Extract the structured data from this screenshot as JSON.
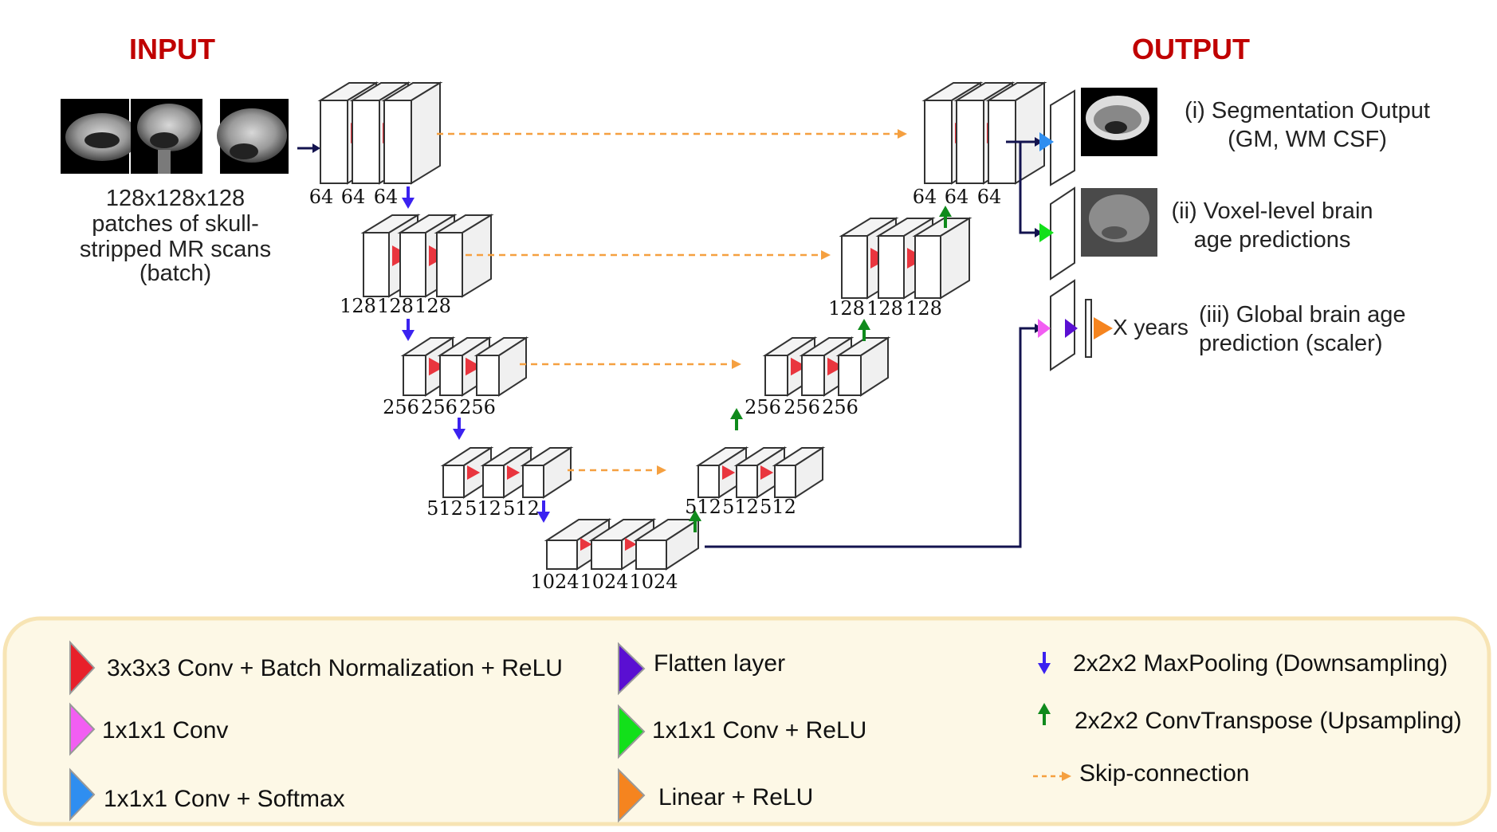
{
  "header": {
    "input": "INPUT",
    "output": "OUTPUT"
  },
  "input_caption": [
    "128x128x128",
    "patches of skull-",
    "stripped MR scans",
    "(batch)"
  ],
  "encoder": [
    {
      "labels": [
        "64",
        "64",
        "64"
      ]
    },
    {
      "labels": [
        "128",
        "128",
        "128"
      ]
    },
    {
      "labels": [
        "256",
        "256",
        "256"
      ]
    },
    {
      "labels": [
        "512",
        "512",
        "512"
      ]
    }
  ],
  "bottleneck": {
    "labels": [
      "1024",
      "1024",
      "1024"
    ]
  },
  "decoder": [
    {
      "labels": [
        "512",
        "512",
        "512"
      ]
    },
    {
      "labels": [
        "256",
        "256",
        "256"
      ]
    },
    {
      "labels": [
        "128",
        "128",
        "128"
      ]
    },
    {
      "labels": [
        "64",
        "64",
        "64"
      ]
    }
  ],
  "outputs": {
    "seg": [
      "(i) Segmentation Output",
      "(GM, WM CSF)"
    ],
    "voxel": [
      "(ii) Voxel-level brain",
      "age predictions"
    ],
    "global": [
      "(iii) Global brain age",
      "prediction (scaler)"
    ],
    "x_years": "X years"
  },
  "legend": {
    "items": [
      {
        "label": "3x3x3 Conv + Batch Normalization + ReLU",
        "color": "#e8202a",
        "icon": "red-triangle"
      },
      {
        "label": "1x1x1 Conv",
        "color": "#f25ef2",
        "icon": "magenta-triangle"
      },
      {
        "label": "1x1x1 Conv +  Softmax",
        "color": "#2f8ef0",
        "icon": "blue-triangle"
      },
      {
        "label": "Flatten layer",
        "color": "#5a0fd2",
        "icon": "purple-triangle"
      },
      {
        "label": "1x1x1 Conv +  ReLU",
        "color": "#12e01a",
        "icon": "green-triangle"
      },
      {
        "label": "Linear + ReLU",
        "color": "#f5841f",
        "icon": "orange-triangle"
      },
      {
        "label": "2x2x2 MaxPooling (Downsampling)",
        "color": "#3b22f0",
        "icon": "down-arrow-icon"
      },
      {
        "label": "2x2x2 ConvTranspose (Upsampling)",
        "color": "#0f8a1c",
        "icon": "up-arrow-icon"
      },
      {
        "label": "Skip-connection",
        "color": "#f5a040",
        "icon": "dashed-arrow-icon"
      }
    ],
    "background": "#fdf8e6",
    "border": "#f7e4b4"
  },
  "colors": {
    "header": "#c00000",
    "skip": "#f5a040",
    "down": "#3b22f0",
    "up": "#0f8a1c",
    "link": "#13134f"
  }
}
